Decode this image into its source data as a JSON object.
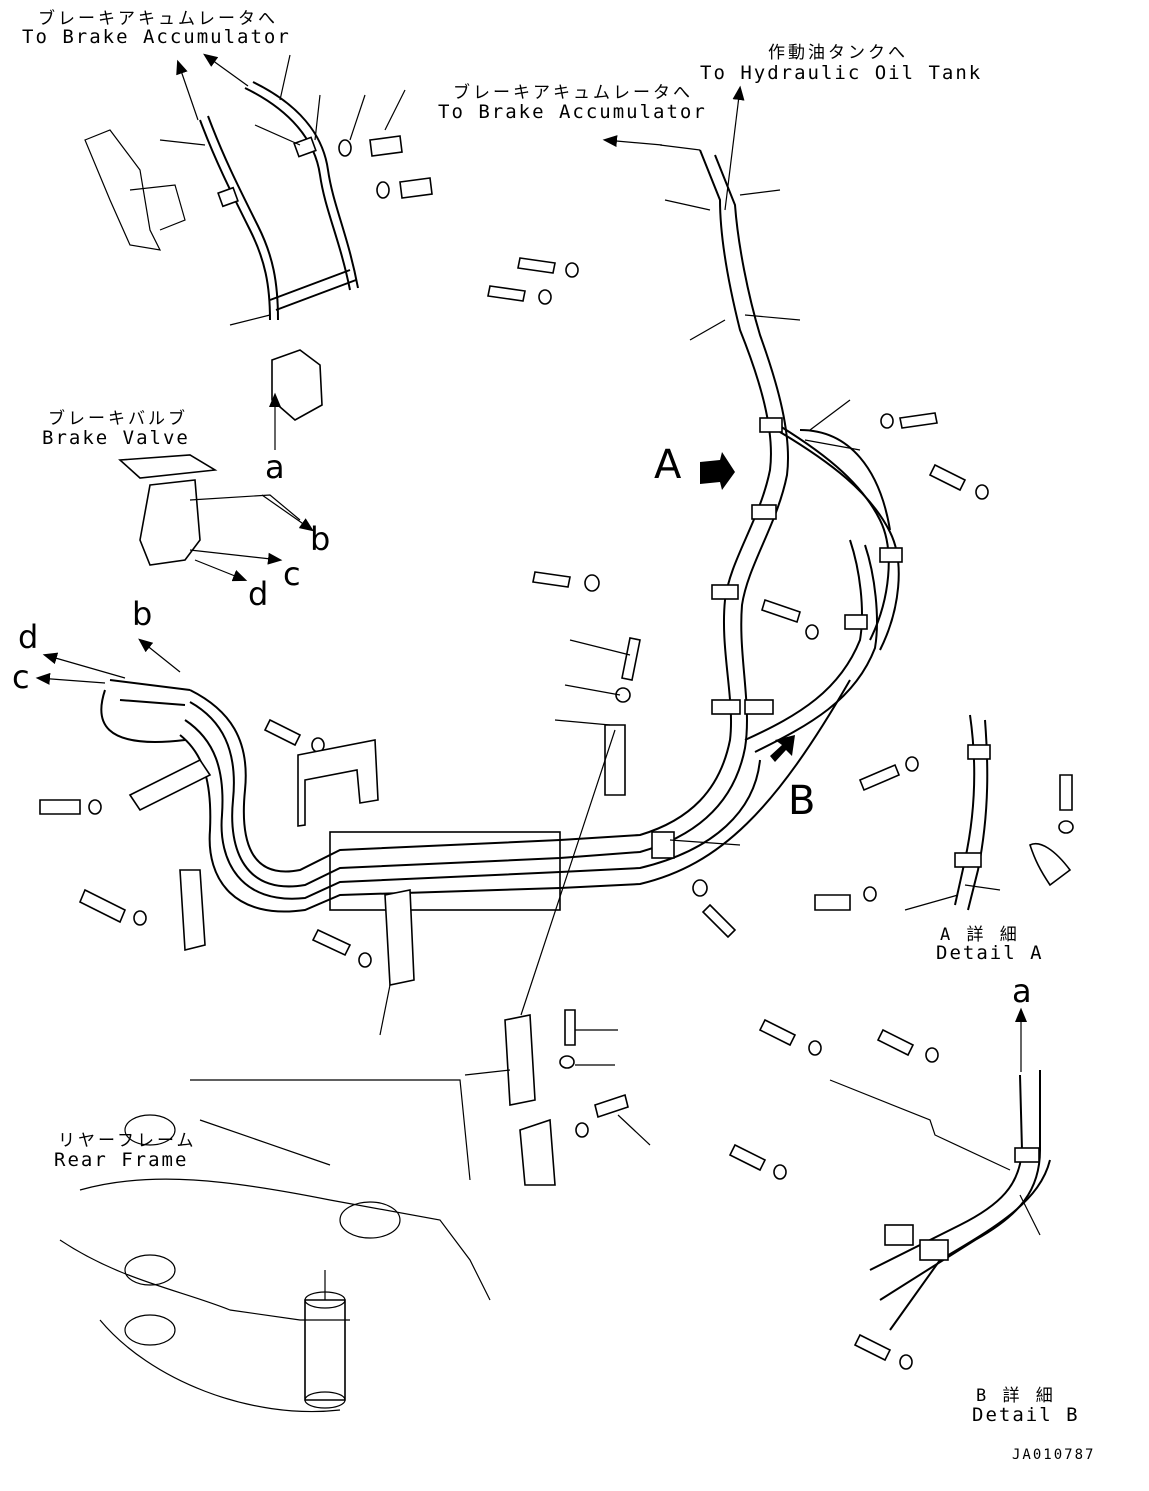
{
  "labels": {
    "brake_accumulator_jp_1": "ブレーキアキュムレータへ",
    "brake_accumulator_en_1": "To Brake Accumulator",
    "hydraulic_tank_jp": "作動油タンクへ",
    "hydraulic_tank_en": "To Hydraulic Oil Tank",
    "brake_accumulator_jp_2": "ブレーキアキュムレータへ",
    "brake_accumulator_en_2": "To Brake Accumulator",
    "brake_valve_jp": "ブレーキバルブ",
    "brake_valve_en": "Brake Valve",
    "rear_frame_jp": "リヤーフレーム",
    "rear_frame_en": "Rear Frame",
    "detail_a_jp": "A 詳 細",
    "detail_a_en": "Detail A",
    "detail_b_jp": "B 詳 細",
    "detail_b_en": "Detail B",
    "view_a": "A",
    "view_b": "B",
    "port_a_top": "a",
    "port_b_top": "b",
    "port_c_top": "c",
    "port_d_top": "d",
    "port_b_left": "b",
    "port_c_left": "c",
    "port_d_left": "d",
    "port_a_detail": "a",
    "drawing_code": "JA010787"
  }
}
